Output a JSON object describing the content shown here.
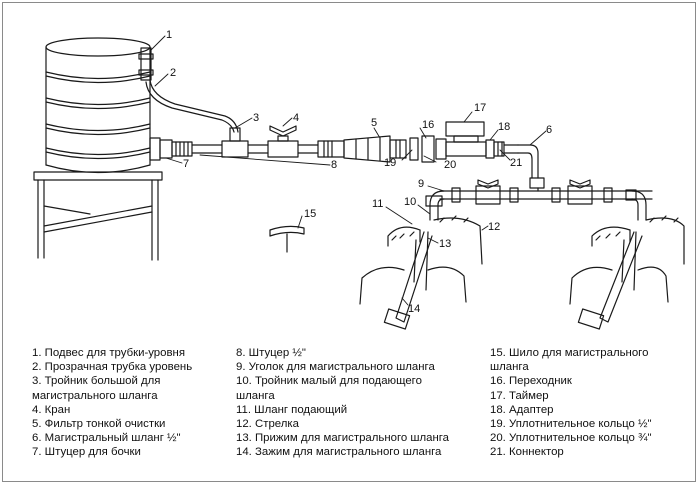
{
  "callouts": [
    "1",
    "2",
    "3",
    "4",
    "5",
    "6",
    "7",
    "8",
    "9",
    "10",
    "11",
    "12",
    "13",
    "14",
    "15",
    "16",
    "17",
    "18",
    "19",
    "20",
    "21"
  ],
  "legend": {
    "column1": [
      "1. Подвес для трубки-уровня",
      "2. Прозрачная трубка уровень",
      "3. Тройник большой для",
      "магистрального шланга",
      "4. Кран",
      "5. Фильтр тонкой очистки",
      "6. Магистральный шланг ½\"",
      "7. Штуцер для бочки"
    ],
    "column2": [
      "8. Штуцер ½\"",
      "9. Уголок для магистрального шланга",
      "10. Тройник малый для подающего",
      "шланга",
      "11. Шланг подающий",
      "12. Стрелка",
      "13. Прижим для магистрального шланга",
      "14. Зажим для магистрального шланга"
    ],
    "column3": [
      "15. Шило для магистрального",
      "шланга",
      "16. Переходник",
      "17. Таймер",
      "18. Адаптер",
      "19. Уплотнительное кольцо ½\"",
      "20. Уплотнительное кольцо ¾\"",
      "21. Коннектор"
    ]
  },
  "colors": {
    "line": "#1a1a1a",
    "frame": "#8a8a8a",
    "background": "#ffffff"
  }
}
